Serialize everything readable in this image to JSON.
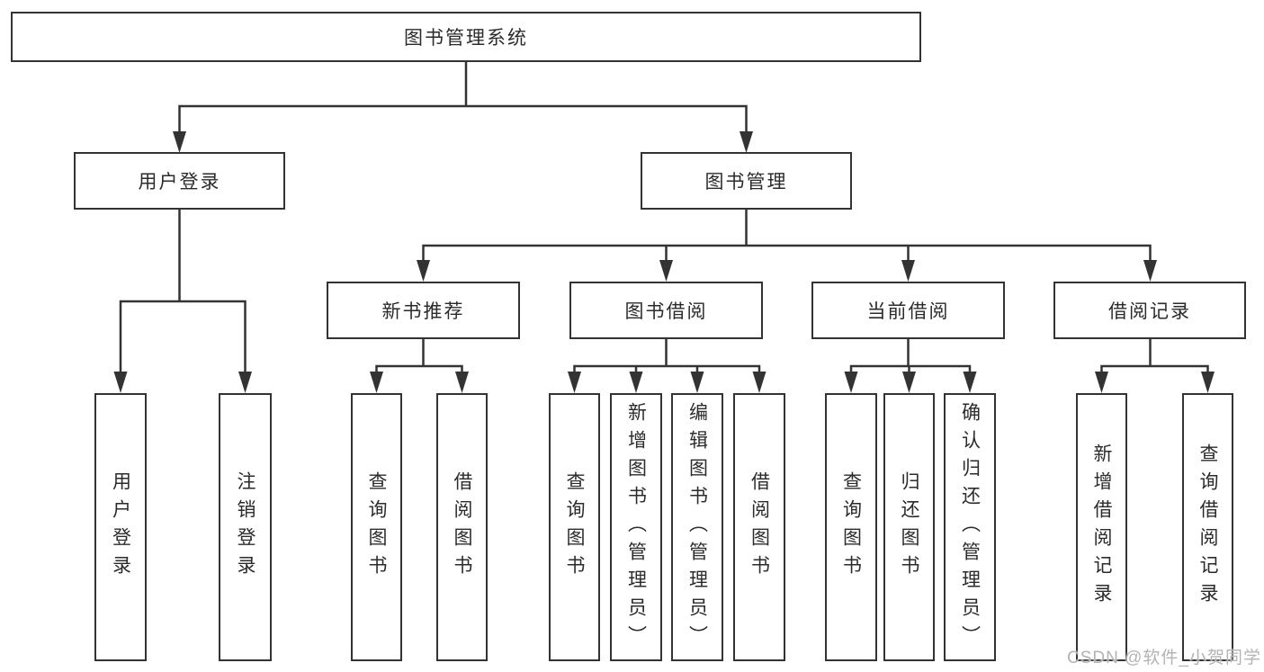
{
  "tree": {
    "root": {
      "label": "图书管理系统"
    },
    "level2": [
      {
        "label": "用户登录",
        "children": [
          {
            "label": "用户登录"
          },
          {
            "label": "注销登录"
          }
        ]
      },
      {
        "label": "图书管理",
        "children": [
          {
            "label": "新书推荐",
            "children": [
              {
                "label": "查询图书"
              },
              {
                "label": "借阅图书"
              }
            ]
          },
          {
            "label": "图书借阅",
            "children": [
              {
                "label": "查询图书"
              },
              {
                "label": "新增图书（管理员）"
              },
              {
                "label": "编辑图书（管理员）"
              },
              {
                "label": "借阅图书"
              }
            ]
          },
          {
            "label": "当前借阅",
            "children": [
              {
                "label": "查询图书"
              },
              {
                "label": "归还图书"
              },
              {
                "label": "确认归还（管理员）"
              }
            ]
          },
          {
            "label": "借阅记录",
            "children": [
              {
                "label": "新增借阅记录"
              },
              {
                "label": "查询借阅记录"
              }
            ]
          }
        ]
      }
    ]
  },
  "watermark": {
    "text": "CSDN @软件_小贺同学"
  },
  "colors": {
    "line": "#333333",
    "box_border": "#333333",
    "box_fill": "#ffffff",
    "text": "#2b2b2b",
    "watermark": "#b3b3b3",
    "background": "#ffffff"
  }
}
